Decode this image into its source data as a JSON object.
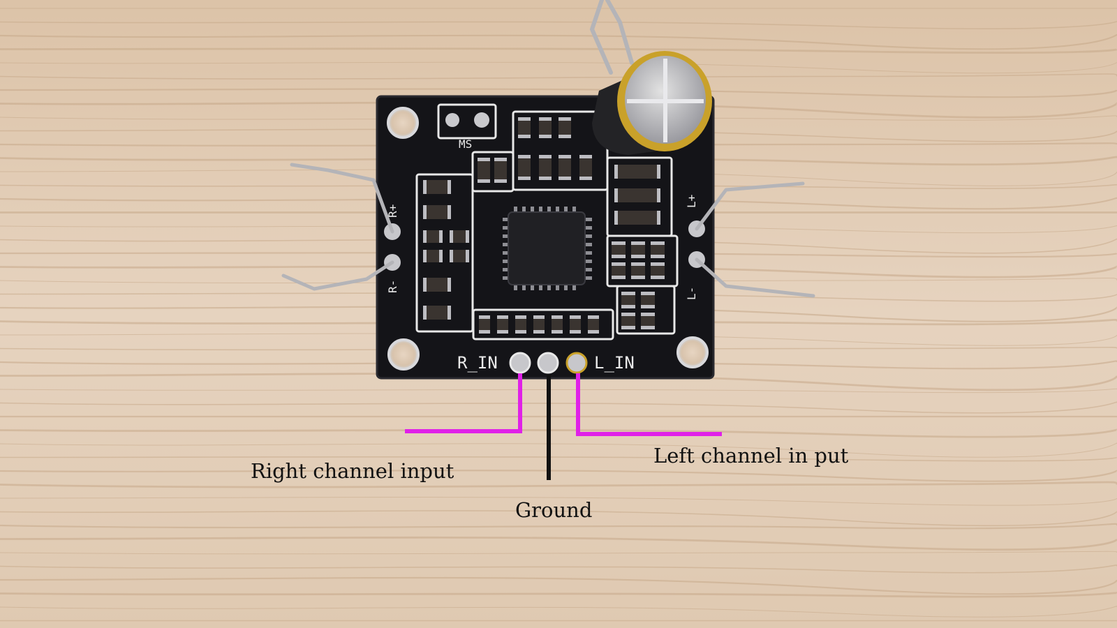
{
  "colors": {
    "wood_base": "#e3cfb8",
    "wood_grain": "#c9ab8c",
    "pcb": "#141418",
    "silkscreen": "#e8e8e8",
    "signal_wire": "#e020e8",
    "ground_wire": "#111111",
    "capacitor_body": "#2a2a2a",
    "capacitor_band": "#c9a12a",
    "solder": "#b9b9bd"
  },
  "board": {
    "silk_labels": {
      "r_in": "R_IN",
      "l_in": "L_IN",
      "ms": "MS",
      "r_plus": "R+",
      "r_minus": "R-",
      "l_plus": "L+",
      "l_minus": "L-"
    }
  },
  "annotations": {
    "right_input": "Right channel input",
    "left_input": "Left channel in put",
    "ground": "Ground"
  }
}
